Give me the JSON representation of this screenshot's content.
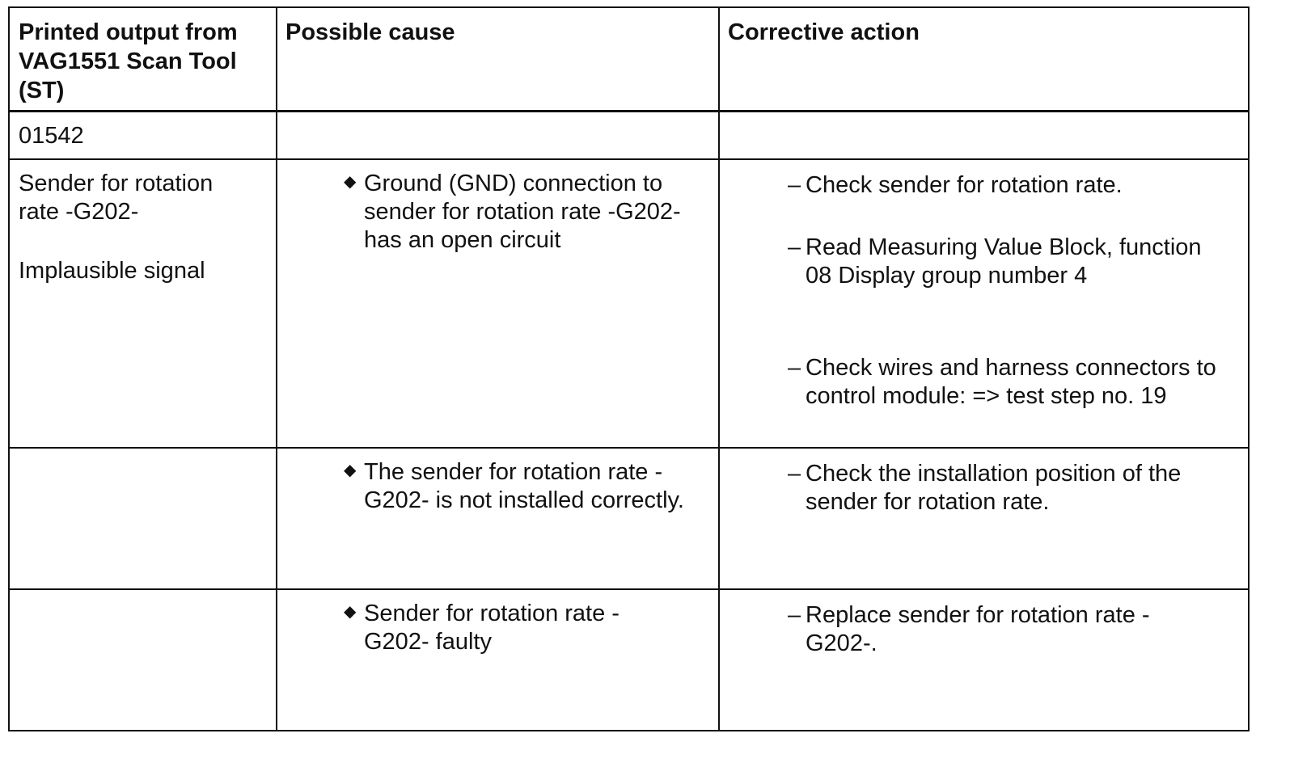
{
  "table": {
    "headers": {
      "printed_output": "Printed output from VAG1551 Scan Tool (ST)",
      "possible_cause": "Possible cause",
      "corrective_action": "Corrective action"
    },
    "fault_code": "01542",
    "component": "Sender for rotation rate -G202-",
    "symptom": "Implausible signal",
    "rows": [
      {
        "cause": "Ground (GND) connection to sender for rotation rate -G202- has an open circuit",
        "actions": [
          "Check sender for rotation rate.",
          "Read Measuring Value Block, function 08 Display group number 4",
          "Check wires and harness connectors to control module: => test step no. 19"
        ]
      },
      {
        "cause": "The sender for rotation rate -G202- is not installed correctly.",
        "actions": [
          "Check the installation position of the sender for rotation rate."
        ]
      },
      {
        "cause": "Sender for rotation rate -G202- faulty",
        "actions": [
          "Replace sender for rotation rate -G202-."
        ]
      }
    ],
    "bullet_symbol": "◆",
    "dash_symbol": "–"
  }
}
